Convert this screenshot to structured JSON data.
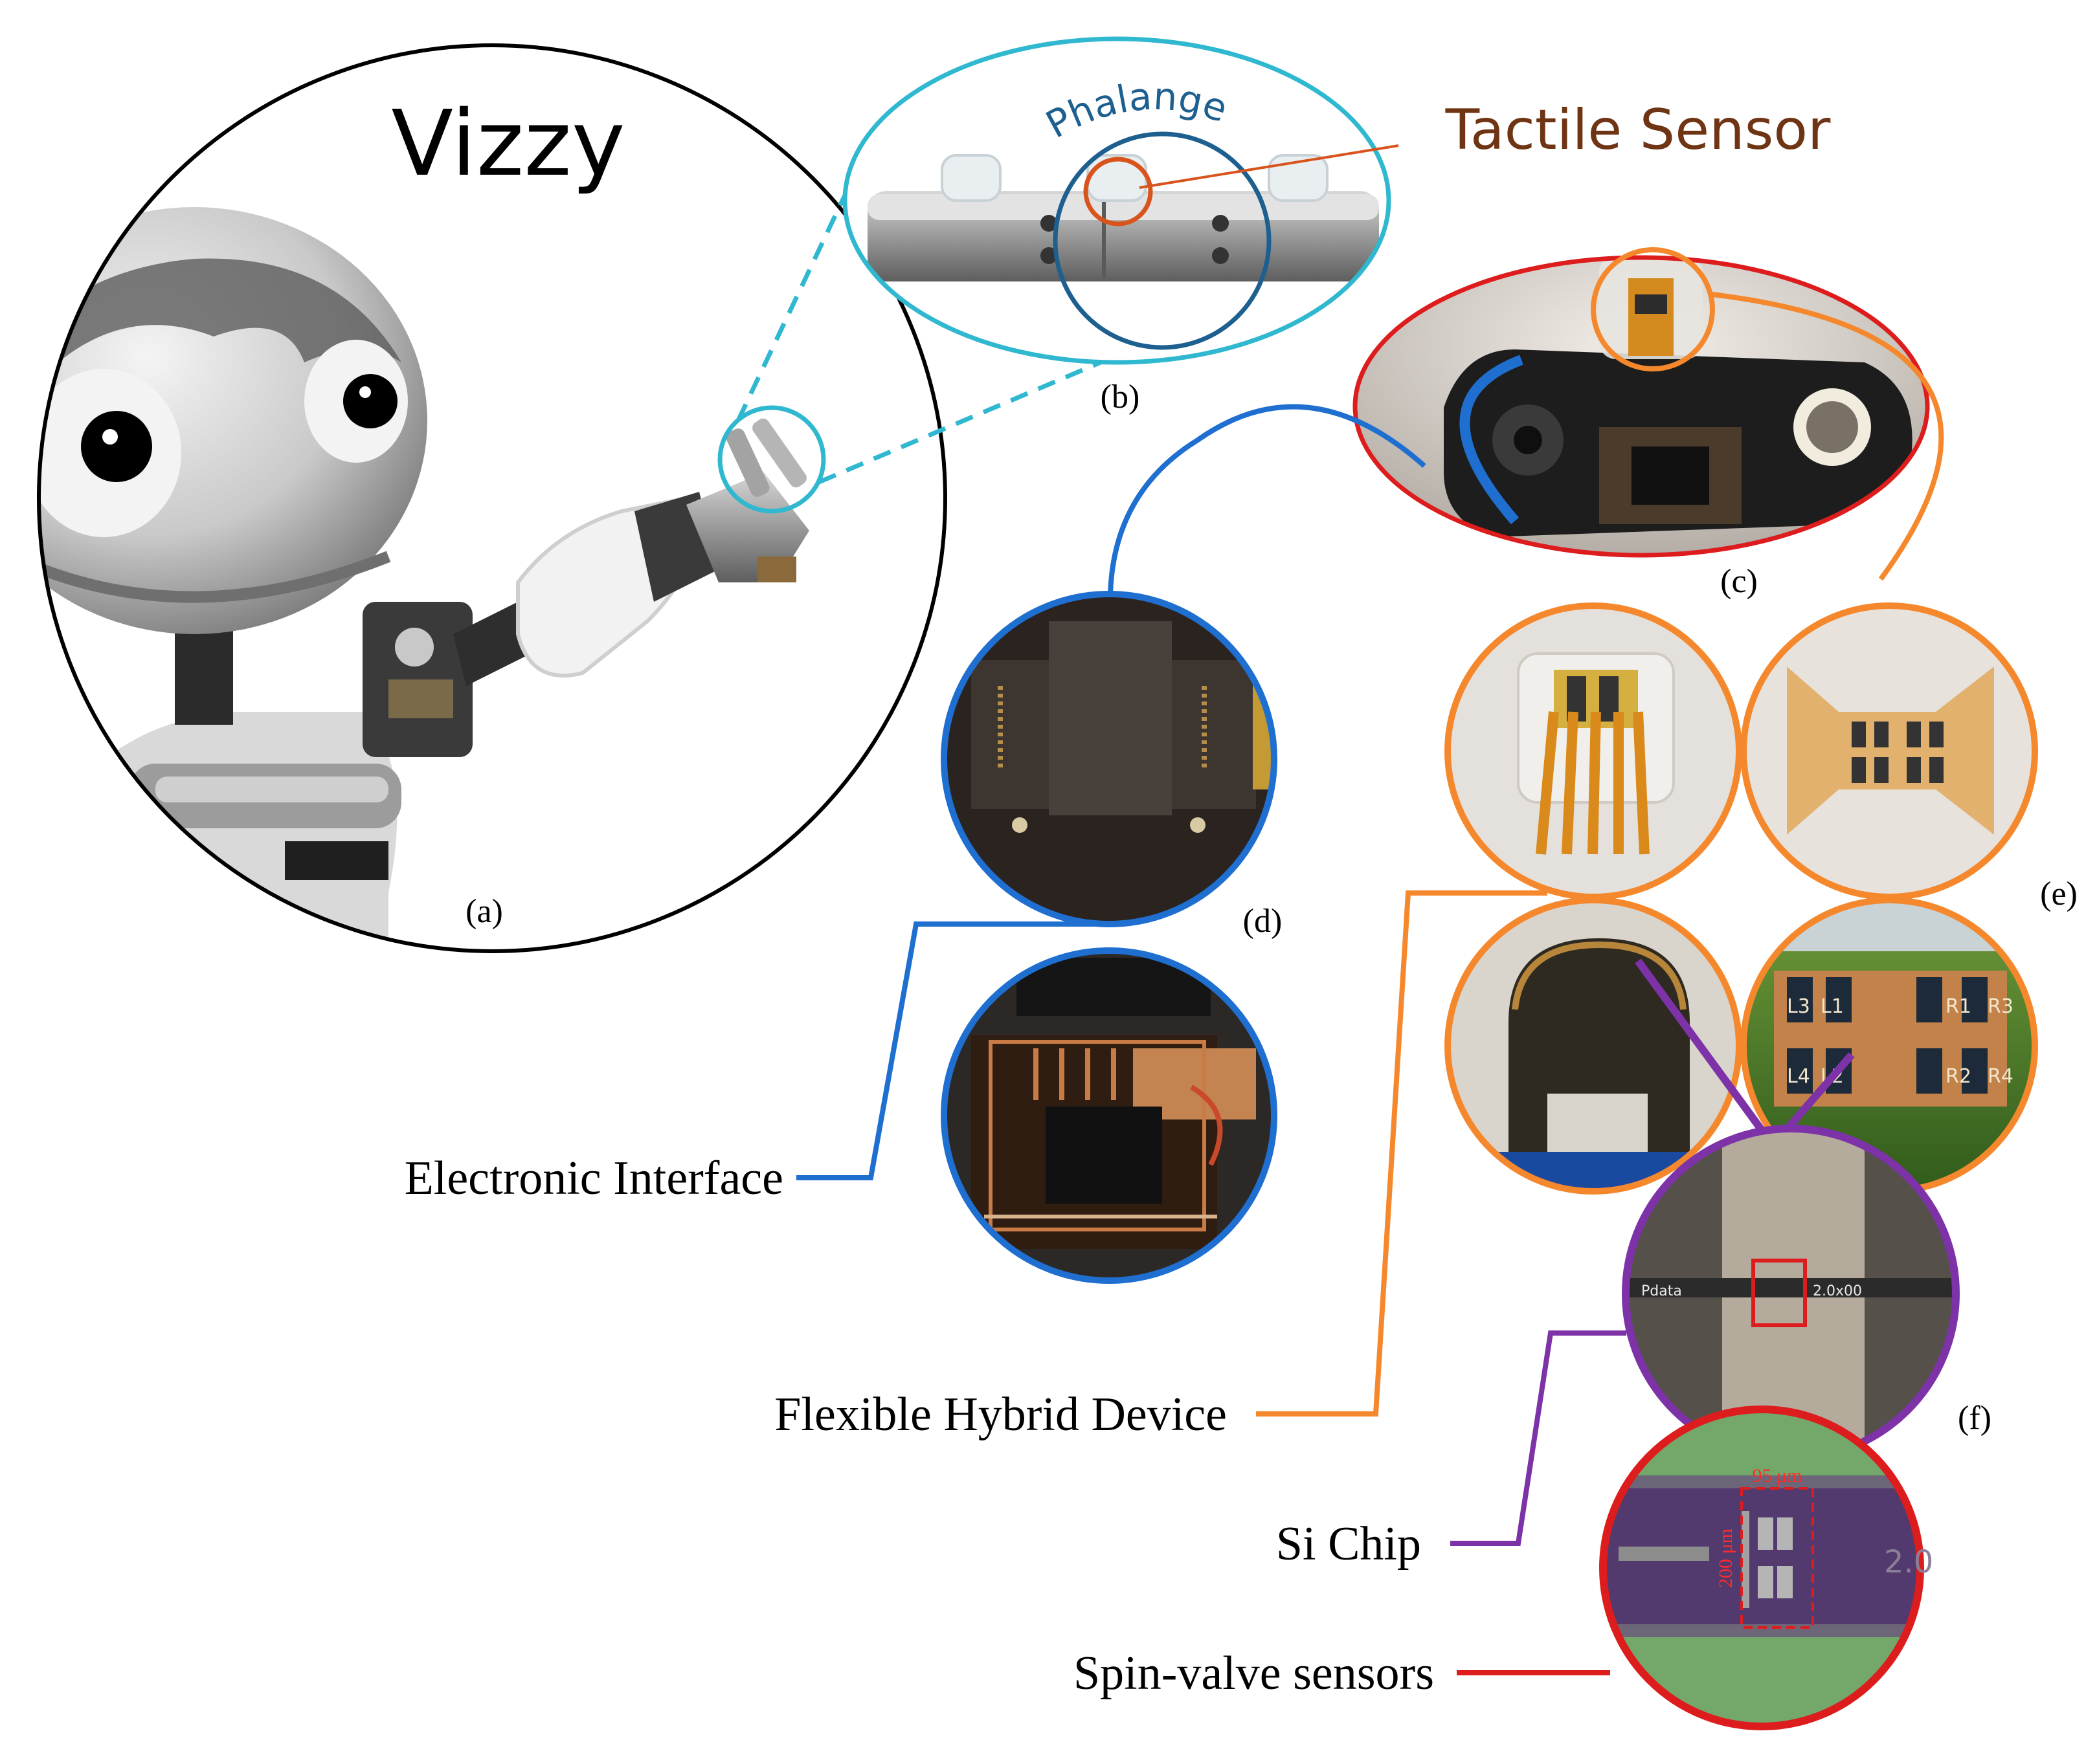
{
  "figure": {
    "robot_name": "Vizzy",
    "phalange_label": "Phalange",
    "tactile_sensor_label": "Tactile Sensor",
    "panel_labels": {
      "a": "(a)",
      "b": "(b)",
      "c": "(c)",
      "d": "(d)",
      "e": "(e)",
      "f": "(f)"
    },
    "callouts": {
      "electronic_interface": "Electronic Interface",
      "flexible_hybrid_device": "Flexible Hybrid Device",
      "si_chip": "Si Chip",
      "spin_valve_sensors": "Spin-valve sensors"
    },
    "chip_markings": {
      "left": "Pdata",
      "right": "2.0x00",
      "magnified": "2.0"
    },
    "dimensions": {
      "width": "95 μm",
      "height": "200 μm"
    },
    "resistor_labels": [
      "L1",
      "R1",
      "L2",
      "R2",
      "L3",
      "R3",
      "L4",
      "R4"
    ],
    "colors": {
      "cyan": "#2fb8cf",
      "navy": "#1d5f8f",
      "brown": "#6e3413",
      "red": "#dd1d1d",
      "orange": "#f5882c",
      "blue": "#1f6fd1",
      "purple": "#7e32a8",
      "black": "#000000"
    }
  }
}
